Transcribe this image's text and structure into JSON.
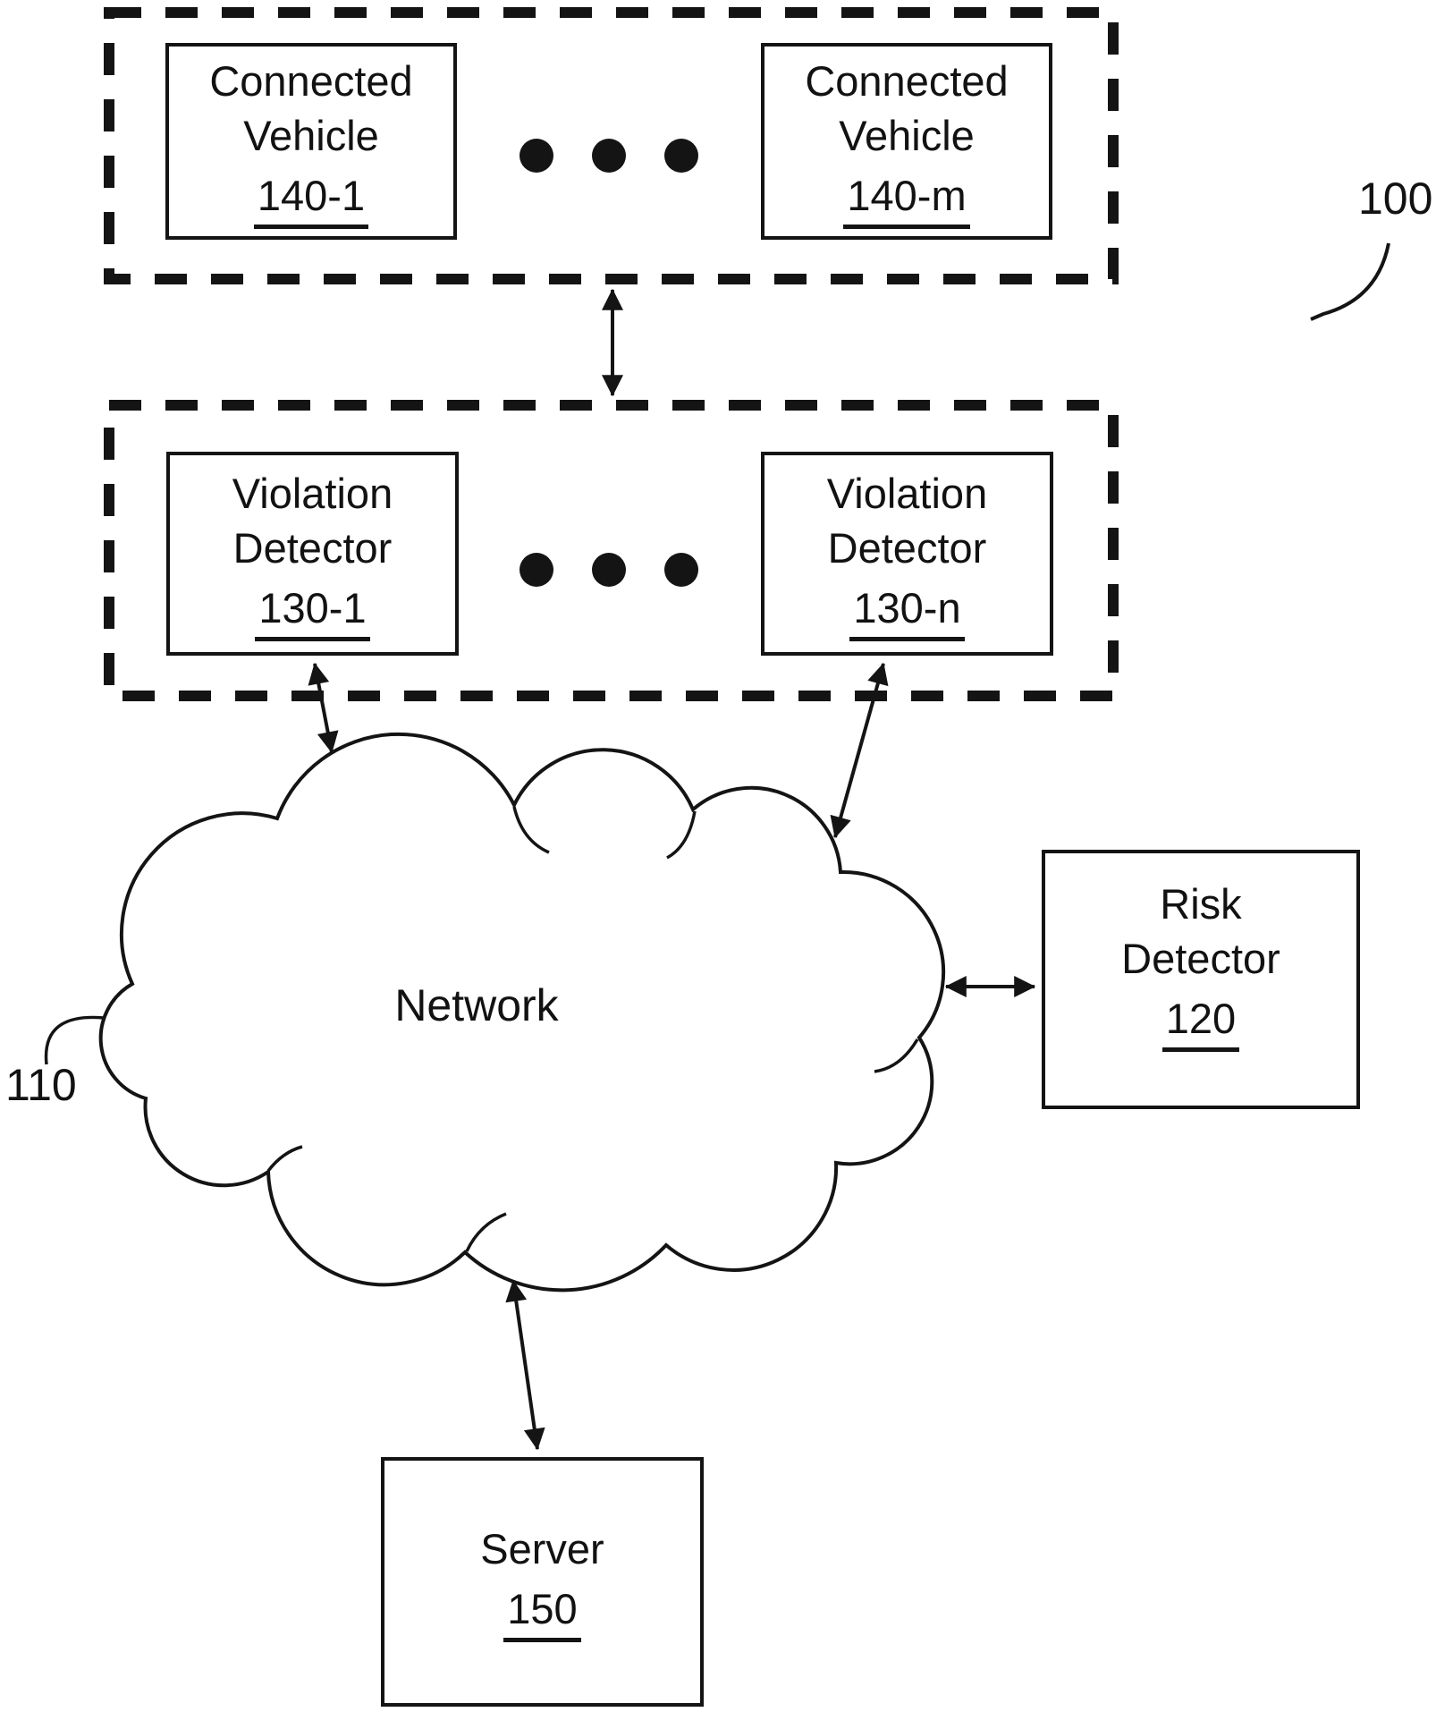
{
  "figure": {
    "system_ref": "100",
    "network": {
      "label": "Network",
      "ref": "110"
    },
    "connected_vehicles": {
      "box1": {
        "line1": "Connected",
        "line2": "Vehicle",
        "ref": "140-1"
      },
      "box2": {
        "line1": "Connected",
        "line2": "Vehicle",
        "ref": "140-m"
      },
      "ellipsis": "● ● ●"
    },
    "violation_detectors": {
      "box1": {
        "line1": "Violation",
        "line2": "Detector",
        "ref": "130-1"
      },
      "box2": {
        "line1": "Violation",
        "line2": "Detector",
        "ref": "130-n"
      },
      "ellipsis": "● ● ●"
    },
    "risk_detector": {
      "line1": "Risk",
      "line2": "Detector",
      "ref": "120"
    },
    "server": {
      "line1": "Server",
      "ref": "150"
    },
    "colors": {
      "ink": "#141414",
      "background": "#ffffff"
    }
  }
}
